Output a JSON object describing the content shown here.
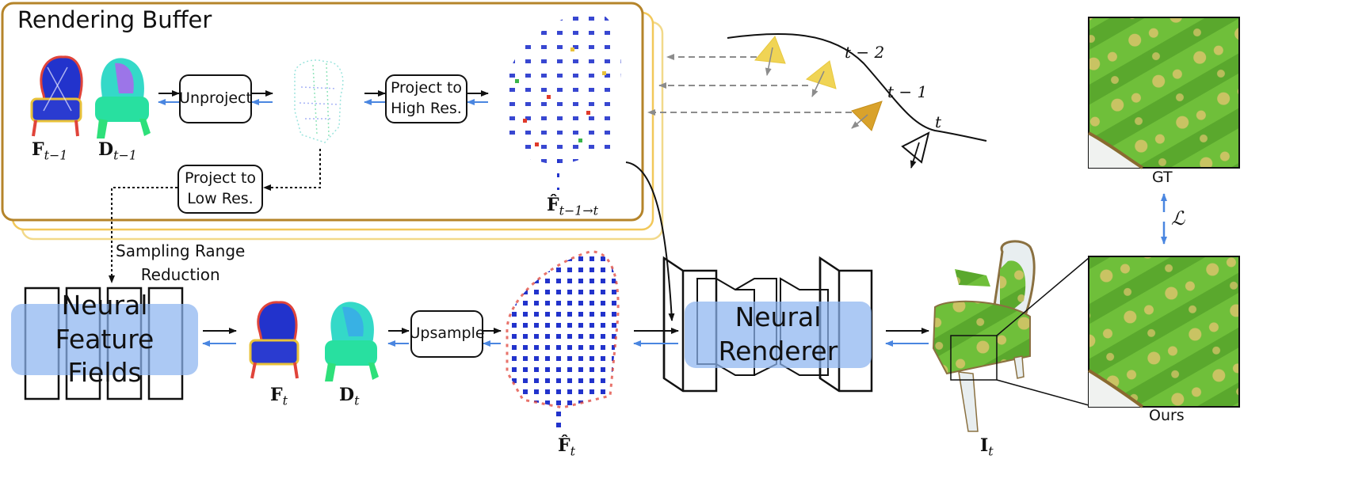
{
  "buffer": {
    "title": "Rendering Buffer"
  },
  "boxes": {
    "unproject": "Unproject",
    "project_high": "Project to\nHigh Res.",
    "project_low": "Project to\nLow Res.",
    "upsample": "Upsample"
  },
  "modules": {
    "feature_fields": "Neural Feature\nFields",
    "renderer": "Neural Renderer"
  },
  "annotations": {
    "sampling": "Sampling Range\nReduction"
  },
  "symbols": {
    "F_prev": {
      "base": "F",
      "sub": "t−1"
    },
    "D_prev": {
      "base": "D",
      "sub": "t−1"
    },
    "F_hat_warp": {
      "base": "F̂",
      "sub": "t−1→t"
    },
    "F_t": {
      "base": "F",
      "sub": "t"
    },
    "D_t": {
      "base": "D",
      "sub": "t"
    },
    "F_hat_t": {
      "base": "F̂",
      "sub": "t"
    },
    "I_t": {
      "base": "I",
      "sub": "t"
    },
    "loss": "ℒ"
  },
  "trajectory": {
    "labels": [
      "t − 2",
      "t − 1",
      "t"
    ]
  },
  "panels": {
    "gt": "GT",
    "ours": "Ours"
  },
  "colors": {
    "buffer_border": "#b5842a",
    "buffer_stack": "#f2d98a",
    "module_fill": "#8cb4f0",
    "backward_arrow": "#4a86e0",
    "dashed_arrow": "#8c8c8c",
    "camera_yellow": "#f0d455",
    "camera_gold": "#d9a22b",
    "texture_green": "#6fbf3a",
    "texture_gold": "#d8c46a"
  }
}
